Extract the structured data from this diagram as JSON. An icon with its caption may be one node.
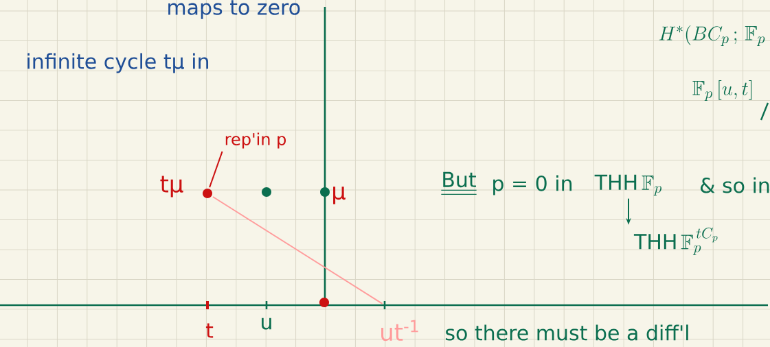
{
  "diagram": {
    "nodes": [
      {
        "text": [
          "rep'in p"
        ]
      },
      {
        "text": [],
        "shape": "circle",
        "beside": [
          "tμ"
        ]
      },
      {
        "text": [],
        "shape": "circle"
      },
      {
        "text": [],
        "shape": "circle",
        "beside": [
          "μ"
        ]
      },
      {
        "text": [],
        "shape": "circle"
      },
      {
        "text": [],
        "shape": "bar",
        "beside": [
          "ut$^{-1}$"
        ]
      },
      {
        "text": [
          "\\mathrm{THH}\\,\\mathbb{F}_p"
        ]
      },
      {
        "text": [
          "\\mathrm{THH}\\,\\mathbb{F}_p^{\\,tC_p}"
        ]
      }
    ],
    "edges": [
      {
        "from": 0,
        "to": 1,
        "arrow": "none",
        "color": "#cc1111"
      },
      {
        "from": 1,
        "to": 5,
        "arrow": "none",
        "color": "#ff9c9c"
      },
      {
        "from": 6,
        "to": 7,
        "arrow": "to",
        "color": "#0b6e4f"
      }
    ],
    "labels": [
      "maps to zero",
      "infinite cycle tμ in",
      "H^{*}(BC_p\\,;\\,\\mathbb{F}_p",
      "\\mathbb{F}_p\\,[u,t]",
      "t",
      "u",
      "But",
      "p = 0 in",
      "& so in",
      "so there must be a diff'l"
    ]
  }
}
